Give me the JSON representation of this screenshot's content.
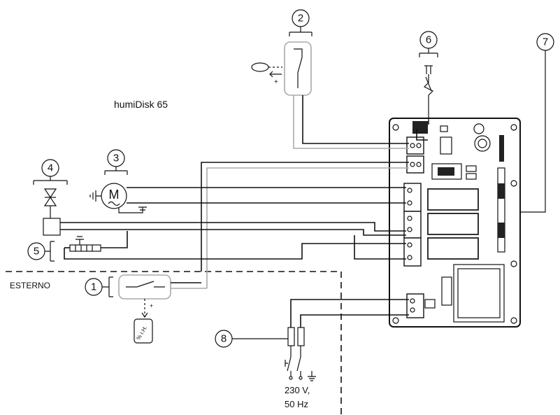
{
  "title": "humiDisk 65",
  "zone_label": "ESTERNO",
  "supply_voltage": "230 V,",
  "supply_frequency": "50 Hz",
  "motor_symbol": "M",
  "sensor_label": "% r.H.",
  "callouts": [
    "1",
    "2",
    "3",
    "4",
    "5",
    "6",
    "7",
    "8"
  ]
}
